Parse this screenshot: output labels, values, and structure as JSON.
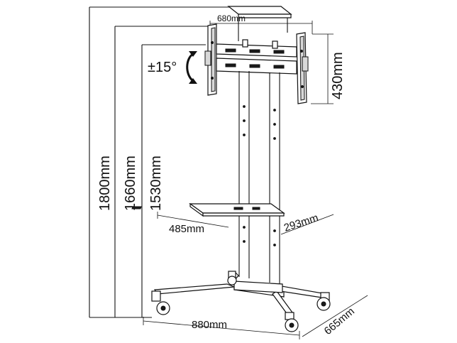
{
  "dimensions": {
    "height_total": "1800mm",
    "height_mid": "1660mm",
    "height_low": "1530mm",
    "bracket_width": "680mm",
    "bracket_height": "430mm",
    "tilt": "±15°",
    "shelf_width": "485mm",
    "shelf_depth": "293mm",
    "base_width": "880mm",
    "base_depth": "665mm"
  }
}
